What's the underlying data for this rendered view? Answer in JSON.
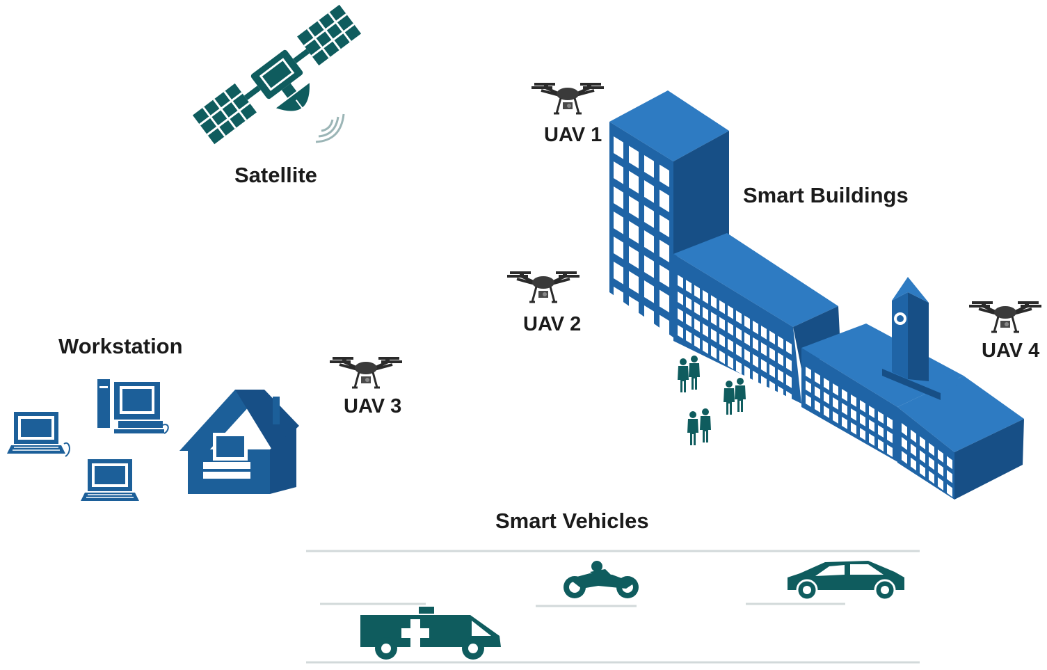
{
  "labels": {
    "satellite": "Satellite",
    "smart_buildings": "Smart Buildings",
    "workstation": "Workstation",
    "smart_vehicles": "Smart Vehicles",
    "uav1": "UAV 1",
    "uav2": "UAV 2",
    "uav3": "UAV 3",
    "uav4": "UAV 4"
  },
  "colors": {
    "teal": "#0f5c5e",
    "building_front": "#1f64a6",
    "building_side": "#174f86",
    "building_top": "#2e7bc2",
    "workstation_blue": "#1c5f99",
    "drone": "#2a2a2a",
    "road_line": "#d2d9da"
  },
  "icons": [
    "satellite-icon",
    "drone-icon",
    "building-icon",
    "house-icon",
    "desktop-computer-icon",
    "laptop-icon",
    "person-icon",
    "ambulance-icon",
    "motorcycle-icon",
    "car-icon"
  ]
}
